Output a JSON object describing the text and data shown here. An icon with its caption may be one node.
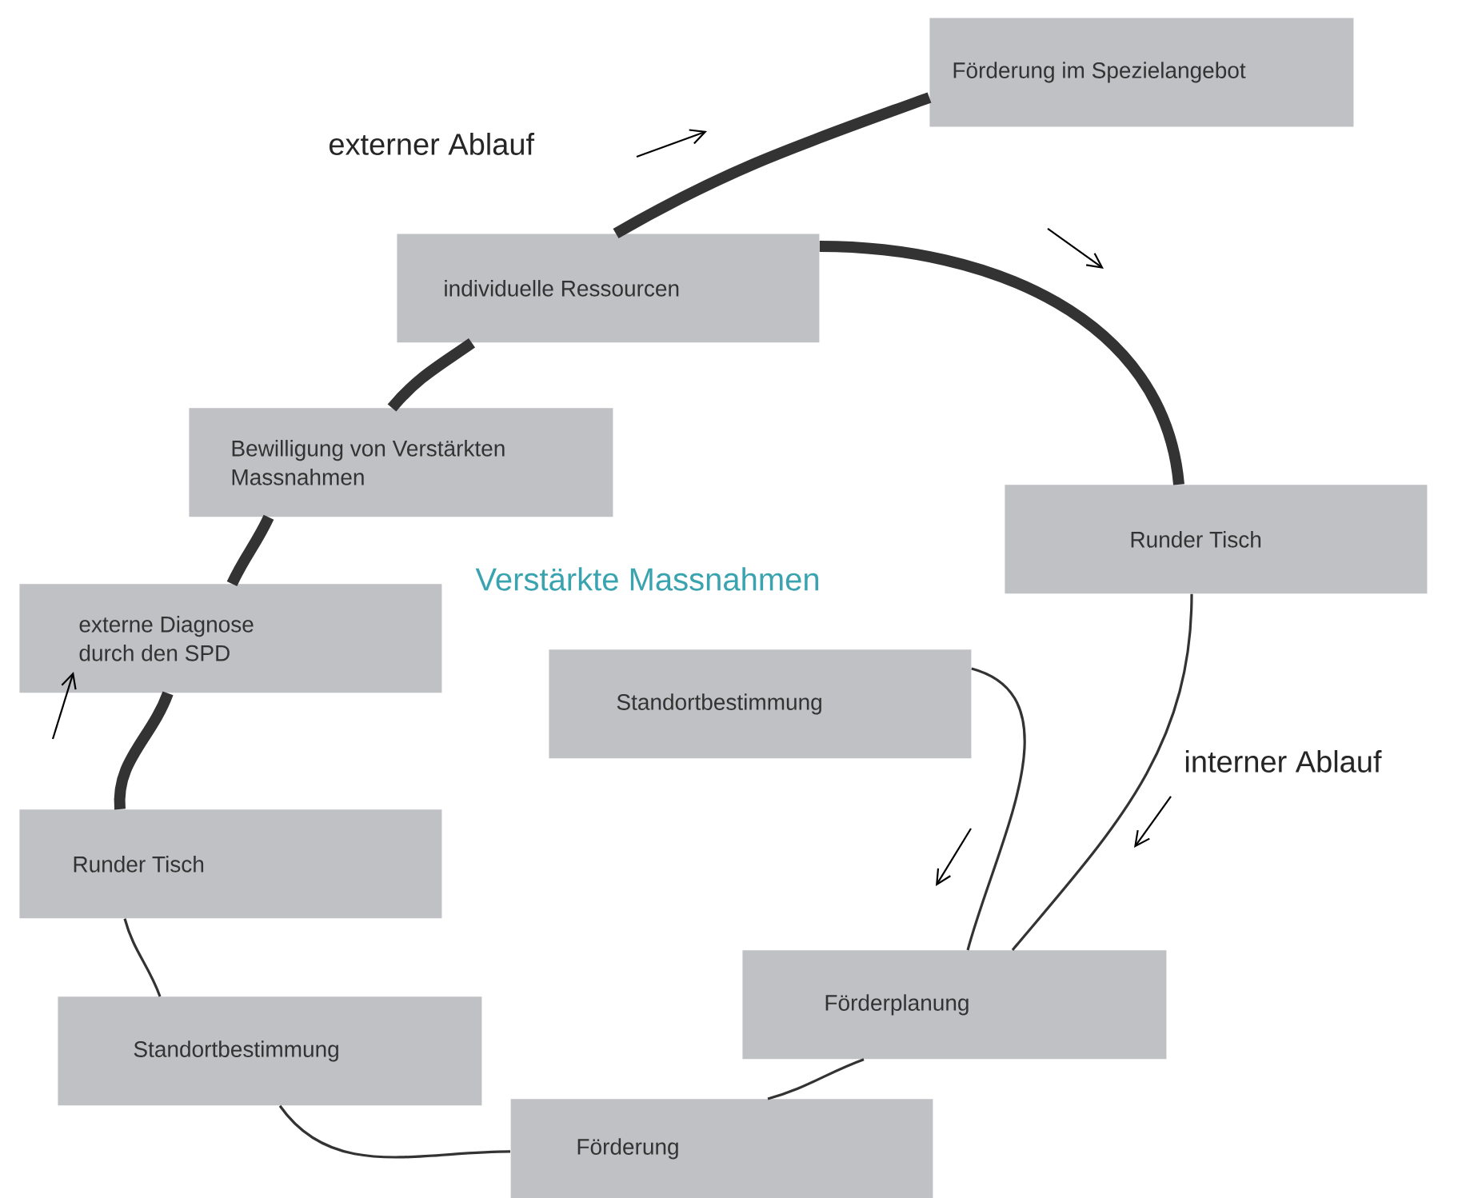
{
  "diagram": {
    "nodes": [
      {
        "text": [
          "Förderung im Spezielangebot"
        ]
      },
      {
        "text": [
          "individuelle Ressourcen"
        ]
      },
      {
        "text": [
          "Bewilligung von Verstärkten Massnahmen"
        ]
      },
      {
        "text": [
          "Runder Tisch"
        ]
      },
      {
        "text": [
          "externe Diagnose durch den SPD"
        ]
      },
      {
        "text": [
          "Standortbestimmung"
        ]
      },
      {
        "text": [
          "Runder Tisch"
        ]
      },
      {
        "text": [
          "Förderplanung"
        ]
      },
      {
        "text": [
          "Standortbestimmung"
        ]
      },
      {
        "text": [
          "Förderung"
        ]
      }
    ],
    "edges": [
      {
        "from": 6,
        "to": 4,
        "arrow": "none",
        "style": "thick"
      },
      {
        "from": 4,
        "to": 2,
        "arrow": "none",
        "style": "thick"
      },
      {
        "from": 2,
        "to": 1,
        "arrow": "none",
        "style": "thick"
      },
      {
        "from": 1,
        "to": 0,
        "arrow": "none",
        "style": "thick"
      },
      {
        "from": 1,
        "to": 3,
        "arrow": "none",
        "style": "thick"
      },
      {
        "from": 3,
        "to": 7,
        "arrow": "none"
      },
      {
        "from": 5,
        "to": 7,
        "arrow": "none"
      },
      {
        "from": 7,
        "to": 9,
        "arrow": "none"
      },
      {
        "from": 9,
        "to": 8,
        "arrow": "none"
      },
      {
        "from": 8,
        "to": 6,
        "arrow": "none"
      }
    ],
    "labels": [
      "externer Ablauf",
      "Verstärkte Massnahmen",
      "interner Ablauf"
    ]
  }
}
